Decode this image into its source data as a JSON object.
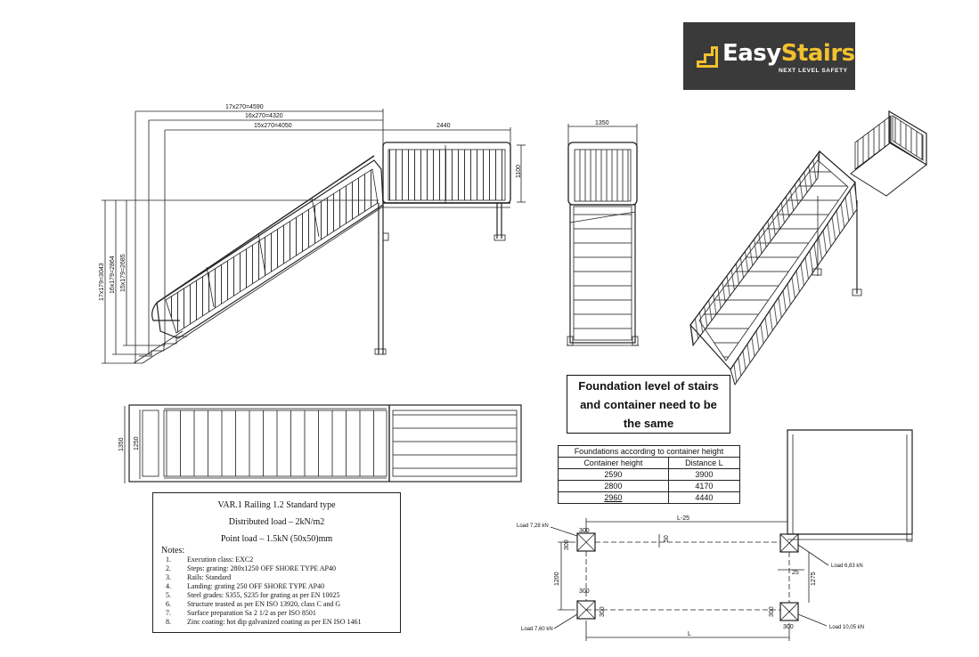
{
  "logo": {
    "brand_part1": "Easy",
    "brand_part2": "Stairs",
    "tagline": "NEXT LEVEL SAFETY",
    "bg_color": "#3a3a3a",
    "accent_color": "#f2c12e"
  },
  "side_view": {
    "dim_top": [
      "17x270=4590",
      "16x270=4320",
      "15x270=4050"
    ],
    "dim_platform": "2440",
    "dim_rail_height": "1100",
    "dim_vertical": [
      "17x179=3043",
      "16x179=2864",
      "15x179=2685"
    ]
  },
  "front_view": {
    "dim_width": "1350"
  },
  "top_view": {
    "dim_outer": "1350",
    "dim_inner": "1250"
  },
  "foundation_note": "Foundation level of stairs and container need to be the same",
  "foundations_table": {
    "caption": "Foundations according to container height",
    "headers": [
      "Container height",
      "Distance L"
    ],
    "rows": [
      [
        "2590",
        "3900"
      ],
      [
        "2800",
        "4170"
      ],
      [
        "2960",
        "4440"
      ]
    ]
  },
  "spec": {
    "title": "VAR.1 Railing 1.2 Standard  type",
    "load_distributed": "Distributed load – 2kN/m2",
    "load_point": "Point load – 1.5kN (50x50)mm",
    "notes_label": "Notes:",
    "notes": [
      [
        "1.",
        "Execution class: EXC2"
      ],
      [
        "2.",
        "Steps: grating: 280x1250 OFF SHORE TYPE AP40"
      ],
      [
        "3.",
        "Rails: Standard"
      ],
      [
        "4.",
        "Landing: grating 250 OFF SHORE TYPE AP40"
      ],
      [
        "5.",
        "Steel grades: S355, S235 for grating as per EN 10025"
      ],
      [
        "6.",
        "Structure teasted as per EN ISO 13920, class C and G"
      ],
      [
        "7.",
        "Surface preparation Sa 2 1/2 as per ISO 8501"
      ],
      [
        "8.",
        "Zinc coating: hot dip galvanized coating as per EN ISO 1461"
      ]
    ]
  },
  "plan": {
    "load_tl": "Load 7,28 kN",
    "load_tr": "Load 6,83 kN",
    "load_bl": "Load 7,60 kN",
    "load_br": "Load 10,05 kN",
    "dim_300": "300",
    "dim_l25": "L-25",
    "dim_50": "50",
    "dim_1200": "1200",
    "dim_25": "25",
    "dim_1275": "1275",
    "dim_l": "L"
  }
}
